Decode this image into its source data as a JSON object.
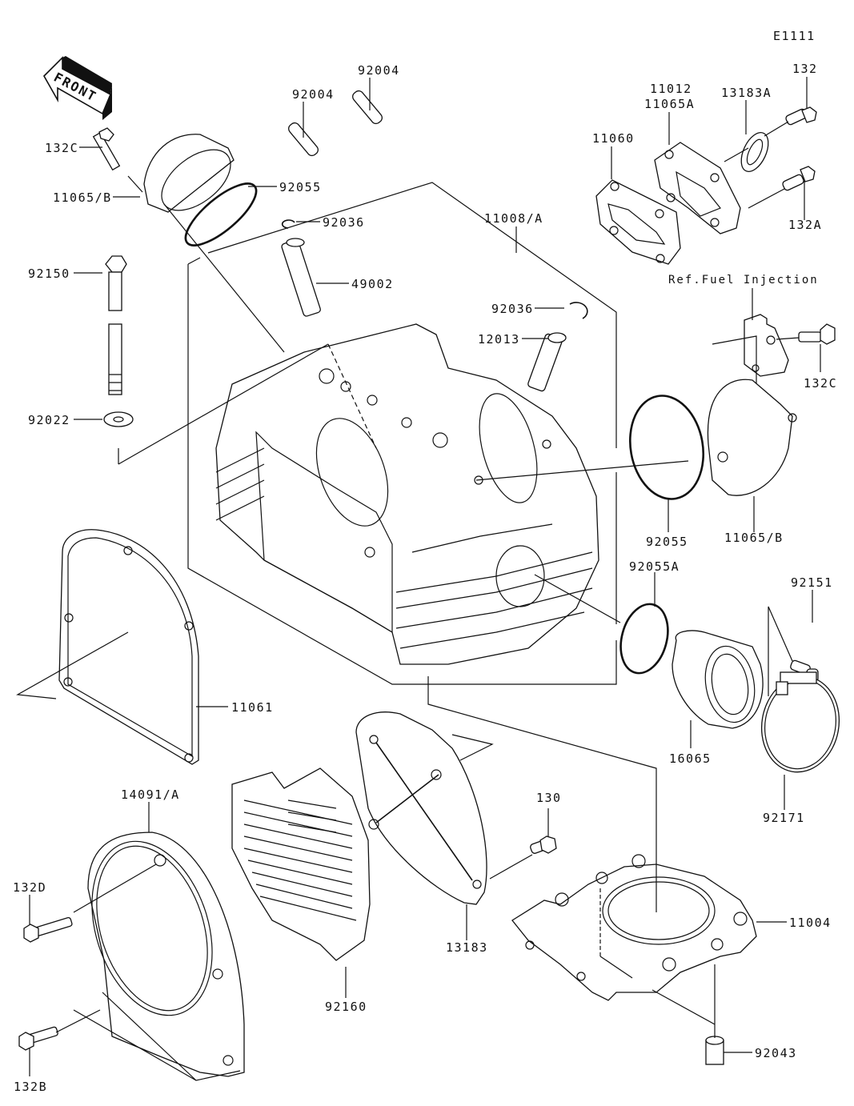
{
  "diagram": {
    "title_code": "E1111",
    "direction_indicator": "FRONT",
    "reference_note": "Ref.Fuel Injection",
    "callouts": [
      {
        "id": "c-92004-a",
        "label": "92004",
        "part": "stud"
      },
      {
        "id": "c-92004-b",
        "label": "92004",
        "part": "stud"
      },
      {
        "id": "c-132c-top",
        "label": "132C",
        "part": "bolt"
      },
      {
        "id": "c-11065b-left",
        "label": "11065/B",
        "part": "cover"
      },
      {
        "id": "c-92055-left",
        "label": "92055",
        "part": "o-ring"
      },
      {
        "id": "c-92036-left",
        "label": "92036",
        "part": "clip"
      },
      {
        "id": "c-11008a",
        "label": "11008/A",
        "part": "cylinder-head"
      },
      {
        "id": "c-92150",
        "label": "92150",
        "part": "bolt"
      },
      {
        "id": "c-49002",
        "label": "49002",
        "part": "valve-guide"
      },
      {
        "id": "c-92036-right",
        "label": "92036",
        "part": "clip"
      },
      {
        "id": "c-12013",
        "label": "12013",
        "part": "valve-guide"
      },
      {
        "id": "c-92022",
        "label": "92022",
        "part": "washer"
      },
      {
        "id": "c-11060",
        "label": "11060",
        "part": "gasket"
      },
      {
        "id": "c-11012",
        "label": "11012",
        "part": "cap"
      },
      {
        "id": "c-11065a",
        "label": "11065A",
        "part": "cap"
      },
      {
        "id": "c-13183a",
        "label": "13183A",
        "part": "plate"
      },
      {
        "id": "c-132",
        "label": "132",
        "part": "bolt"
      },
      {
        "id": "c-132a",
        "label": "132A",
        "part": "bolt"
      },
      {
        "id": "c-132c-right",
        "label": "132C",
        "part": "bolt"
      },
      {
        "id": "c-92055-right",
        "label": "92055",
        "part": "o-ring"
      },
      {
        "id": "c-11065b-right",
        "label": "11065/B",
        "part": "cover"
      },
      {
        "id": "c-92055a",
        "label": "92055A",
        "part": "o-ring"
      },
      {
        "id": "c-92151",
        "label": "92151",
        "part": "bolt"
      },
      {
        "id": "c-16065",
        "label": "16065",
        "part": "holder"
      },
      {
        "id": "c-92171",
        "label": "92171",
        "part": "clamp"
      },
      {
        "id": "c-11061",
        "label": "11061",
        "part": "gasket"
      },
      {
        "id": "c-14091a",
        "label": "14091/A",
        "part": "cover"
      },
      {
        "id": "c-132d",
        "label": "132D",
        "part": "bolt"
      },
      {
        "id": "c-132b",
        "label": "132B",
        "part": "bolt"
      },
      {
        "id": "c-92160",
        "label": "92160",
        "part": "damper"
      },
      {
        "id": "c-13183",
        "label": "13183",
        "part": "plate"
      },
      {
        "id": "c-130",
        "label": "130",
        "part": "bolt"
      },
      {
        "id": "c-11004",
        "label": "11004",
        "part": "head-gasket"
      },
      {
        "id": "c-92043",
        "label": "92043",
        "part": "dowel-pin"
      }
    ]
  }
}
